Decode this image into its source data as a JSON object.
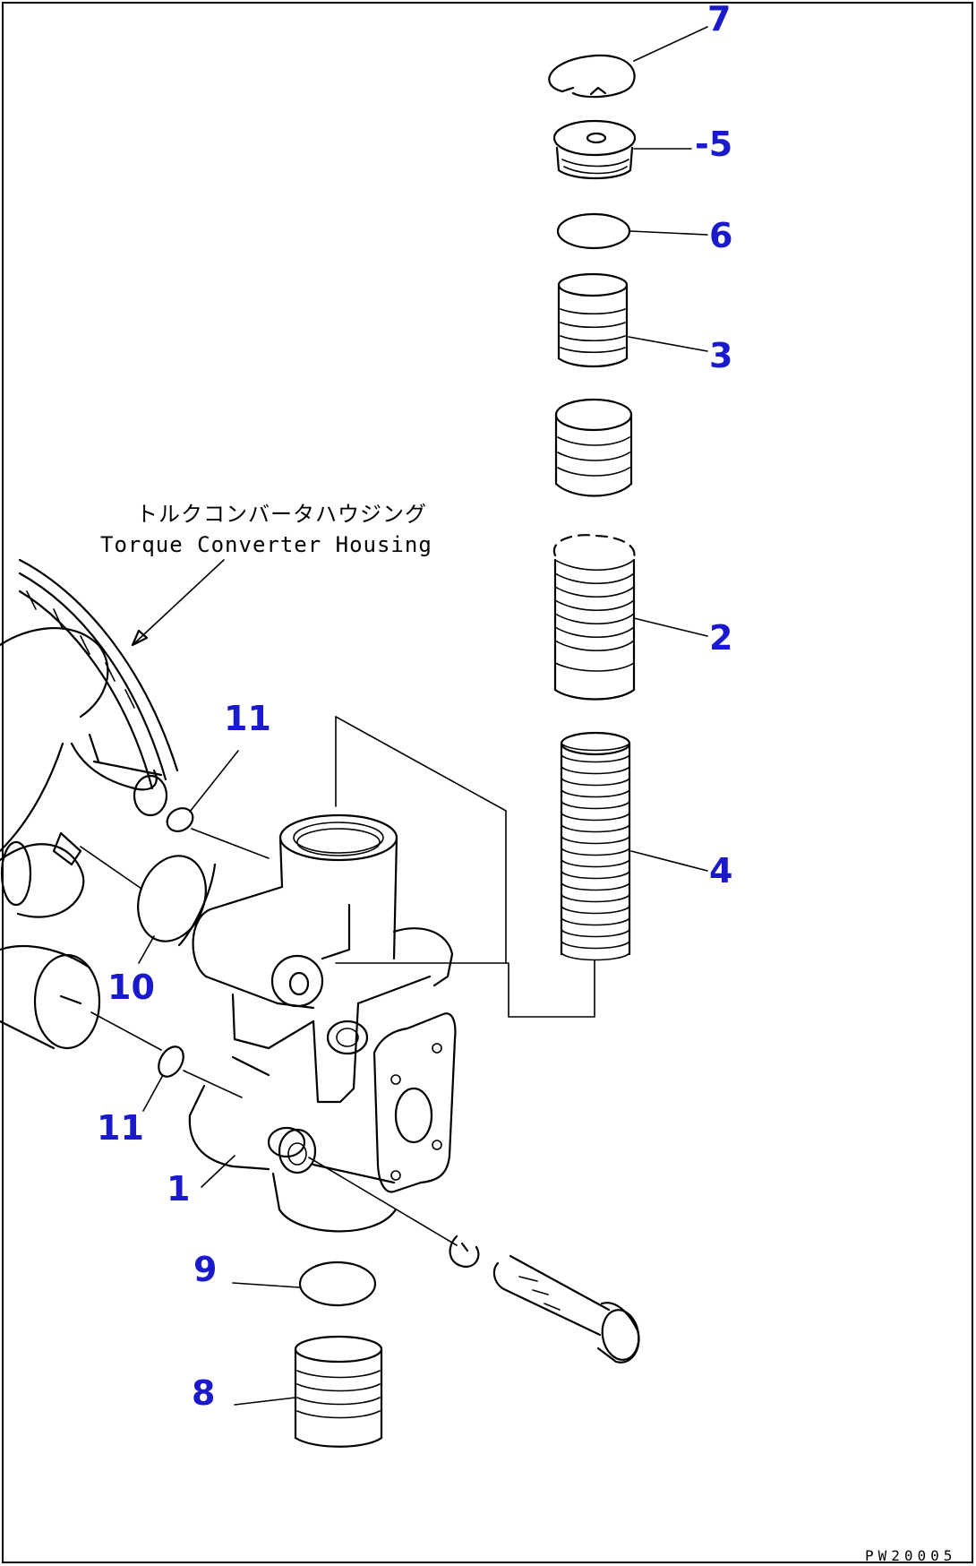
{
  "callouts": [
    {
      "id": "1",
      "label": "1"
    },
    {
      "id": "2",
      "label": "2"
    },
    {
      "id": "3",
      "label": "3"
    },
    {
      "id": "4",
      "label": "4"
    },
    {
      "id": "5",
      "label": "-5"
    },
    {
      "id": "6",
      "label": "6"
    },
    {
      "id": "7",
      "label": "7"
    },
    {
      "id": "8",
      "label": "8"
    },
    {
      "id": "9",
      "label": "9"
    },
    {
      "id": "10",
      "label": "10"
    },
    {
      "id": "11a",
      "label": "11"
    },
    {
      "id": "11b",
      "label": "11"
    }
  ],
  "caption": {
    "jp": "トルクコンバータハウジング",
    "en": "Torque Converter Housing"
  },
  "drawing_code": "PW20005",
  "colors": {
    "callout": "#1a1acc",
    "line": "#000000"
  }
}
